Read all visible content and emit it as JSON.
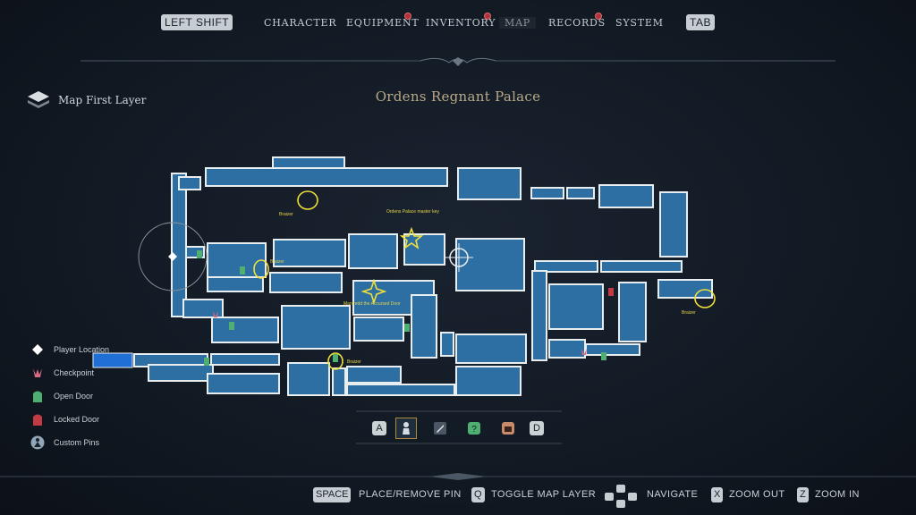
{
  "nav": {
    "left_key": "LEFT SHIFT",
    "right_key": "TAB",
    "tabs": [
      {
        "label": "CHARACTER",
        "notify": false,
        "active": false
      },
      {
        "label": "EQUIPMENT",
        "notify": true,
        "active": false
      },
      {
        "label": "INVENTORY",
        "notify": true,
        "active": false
      },
      {
        "label": "MAP",
        "notify": false,
        "active": true
      },
      {
        "label": "RECORDS",
        "notify": true,
        "active": false
      },
      {
        "label": "SYSTEM",
        "notify": false,
        "active": false
      }
    ]
  },
  "map": {
    "title": "Ordens Regnant Palace",
    "layer": "Map First Layer",
    "room_color": "#2d6fa3",
    "wall_color": "#e8edf0",
    "marker_color": "#f0e03a",
    "annotations": [
      {
        "text": "Braizer"
      },
      {
        "text": "Ordens Palace master key"
      },
      {
        "text": "Braizer"
      },
      {
        "text": "Manfredd the Accursed Door"
      },
      {
        "text": "Braizer"
      },
      {
        "text": "Braizer"
      }
    ]
  },
  "legend": [
    {
      "label": "Player Location",
      "icon": "diamond-icon"
    },
    {
      "label": "Checkpoint",
      "icon": "checkpoint-icon"
    },
    {
      "label": "Open Door",
      "icon": "open-door-icon"
    },
    {
      "label": "Locked Door",
      "icon": "locked-door-icon"
    },
    {
      "label": "Custom Pins",
      "icon": "custom-pin-icon"
    }
  ],
  "filters": {
    "left_key": "A",
    "right_key": "D",
    "icons": [
      "player-filter-icon",
      "sword-filter-icon",
      "quest-filter-icon",
      "chest-filter-icon"
    ]
  },
  "controls": [
    {
      "key": "SPACE",
      "label": "PLACE/REMOVE PIN"
    },
    {
      "key": "Q",
      "label": "TOGGLE MAP LAYER"
    },
    {
      "key": "dpad",
      "label": "NAVIGATE"
    },
    {
      "key": "X",
      "label": "ZOOM OUT"
    },
    {
      "key": "Z",
      "label": "ZOOM IN"
    }
  ]
}
